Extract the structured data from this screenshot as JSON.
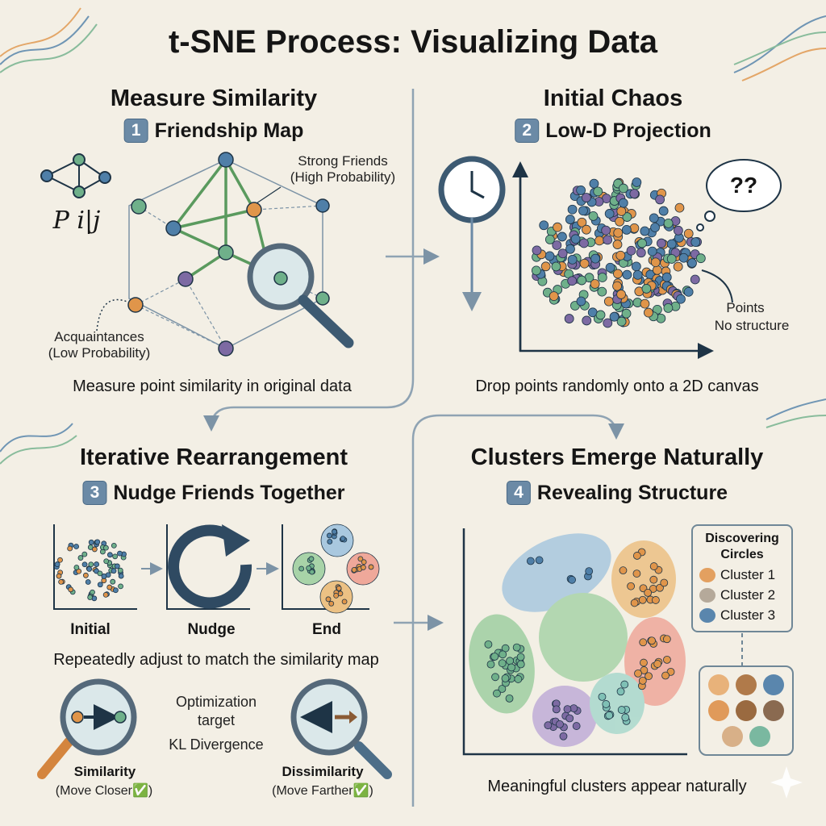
{
  "title": "t-SNE Process: Visualizing Data",
  "q1": {
    "heading": "Measure Similarity",
    "step": "1",
    "subheading": "Friendship Map",
    "formula": "P i|j",
    "strong_label": "Strong Friends",
    "strong_sub": "(High Probability)",
    "weak_label": "Acquaintances",
    "weak_sub": "(Low Probability)",
    "caption": "Measure point similarity in original data"
  },
  "q2": {
    "heading": "Initial Chaos",
    "step": "2",
    "subheading": "Low-D Projection",
    "bubble": "??",
    "points_label": "Points",
    "points_sub": "No structure",
    "caption": "Drop points randomly onto a 2D canvas"
  },
  "q3": {
    "heading": "Iterative Rearrangement",
    "step": "3",
    "subheading": "Nudge Friends Together",
    "panels": [
      "Initial",
      "Nudge",
      "End"
    ],
    "caption": "Repeatedly adjust to match the similarity map",
    "opt_line1": "Optimization",
    "opt_line2": "target",
    "opt_line3": "KL Divergence",
    "similarity": "Similarity",
    "similarity_sub": "(Move Closer✅)",
    "dissimilarity": "Dissimilarity",
    "dissimilarity_sub": "(Move Farther✅)"
  },
  "q4": {
    "heading": "Clusters Emerge Naturally",
    "step": "4",
    "subheading": "Revealing Structure",
    "legend_title": "Discovering Circles",
    "clusters": [
      "Cluster 1",
      "Cluster 2",
      "Cluster 3"
    ],
    "caption": "Meaningful clusters appear naturally"
  },
  "colors": {
    "blue": "#4f7fa8",
    "orange": "#e0954a",
    "green": "#6fb08a",
    "purple": "#7d6aa3",
    "teal": "#7fc0b5",
    "line": "#7c93a6",
    "text": "#151515",
    "bg": "#f3efe5"
  }
}
